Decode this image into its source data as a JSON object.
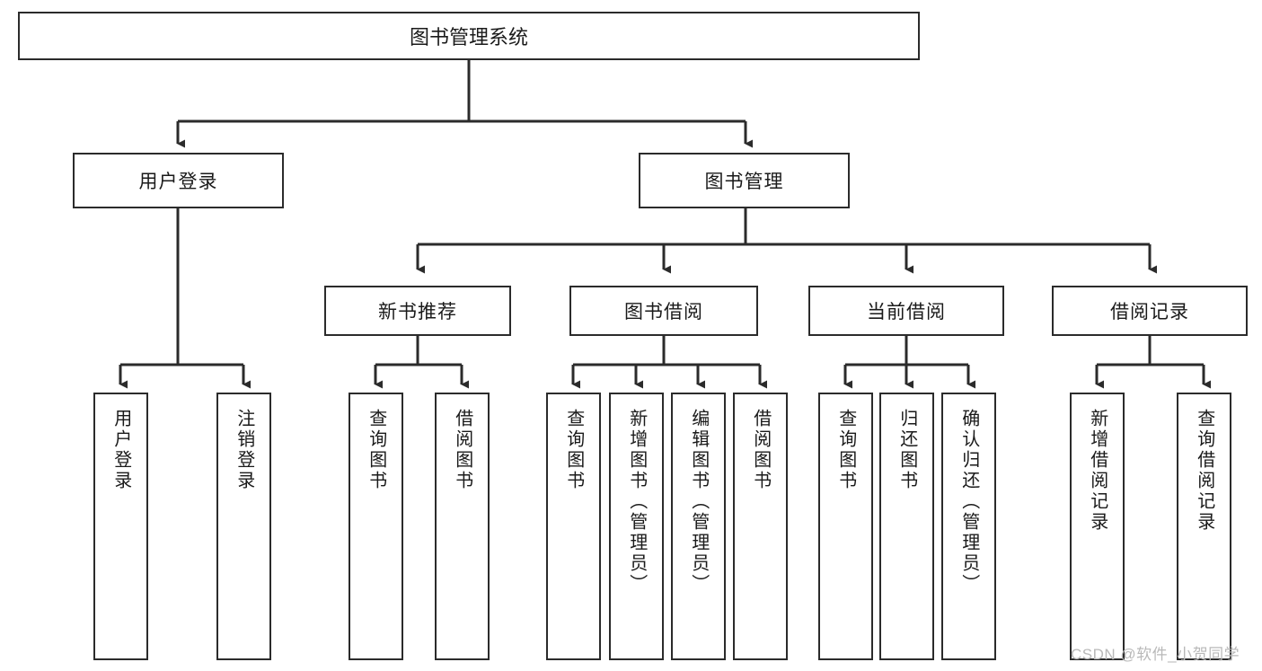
{
  "diagram": {
    "title": "图书管理系统",
    "type": "hierarchy-tree",
    "root": {
      "id": "root",
      "label": "图书管理系统"
    },
    "level2": [
      {
        "id": "user-login",
        "label": "用户登录"
      },
      {
        "id": "book-management",
        "label": "图书管理"
      }
    ],
    "level3": [
      {
        "id": "new-book-recommend",
        "label": "新书推荐",
        "parent": "book-management"
      },
      {
        "id": "book-borrow",
        "label": "图书借阅",
        "parent": "book-management"
      },
      {
        "id": "current-borrow",
        "label": "当前借阅",
        "parent": "book-management"
      },
      {
        "id": "borrow-record",
        "label": "借阅记录",
        "parent": "book-management"
      }
    ],
    "leaves": [
      {
        "id": "leaf-user-login",
        "label": "用户登录",
        "parent": "user-login"
      },
      {
        "id": "leaf-user-logout",
        "label": "注销登录",
        "parent": "user-login"
      },
      {
        "id": "leaf-query-book-1",
        "label": "查询图书",
        "parent": "new-book-recommend"
      },
      {
        "id": "leaf-borrow-book-1",
        "label": "借阅图书",
        "parent": "new-book-recommend"
      },
      {
        "id": "leaf-query-book-2",
        "label": "查询图书",
        "parent": "book-borrow"
      },
      {
        "id": "leaf-add-book",
        "label": "新增图书（管理员）",
        "parent": "book-borrow"
      },
      {
        "id": "leaf-edit-book",
        "label": "编辑图书（管理员）",
        "parent": "book-borrow"
      },
      {
        "id": "leaf-borrow-book-2",
        "label": "借阅图书",
        "parent": "book-borrow"
      },
      {
        "id": "leaf-query-book-3",
        "label": "查询图书",
        "parent": "current-borrow"
      },
      {
        "id": "leaf-return-book",
        "label": "归还图书",
        "parent": "current-borrow"
      },
      {
        "id": "leaf-confirm-return",
        "label": "确认归还（管理员）",
        "parent": "current-borrow"
      },
      {
        "id": "leaf-add-record",
        "label": "新增借阅记录",
        "parent": "borrow-record"
      },
      {
        "id": "leaf-query-record",
        "label": "查询借阅记录",
        "parent": "borrow-record"
      }
    ],
    "watermark": "CSDN @软件_小贺同学",
    "colors": {
      "stroke": "#2b2b2b",
      "fill": "#ffffff",
      "text": "#1a1a1a",
      "watermark": "#b9b9b9"
    }
  }
}
